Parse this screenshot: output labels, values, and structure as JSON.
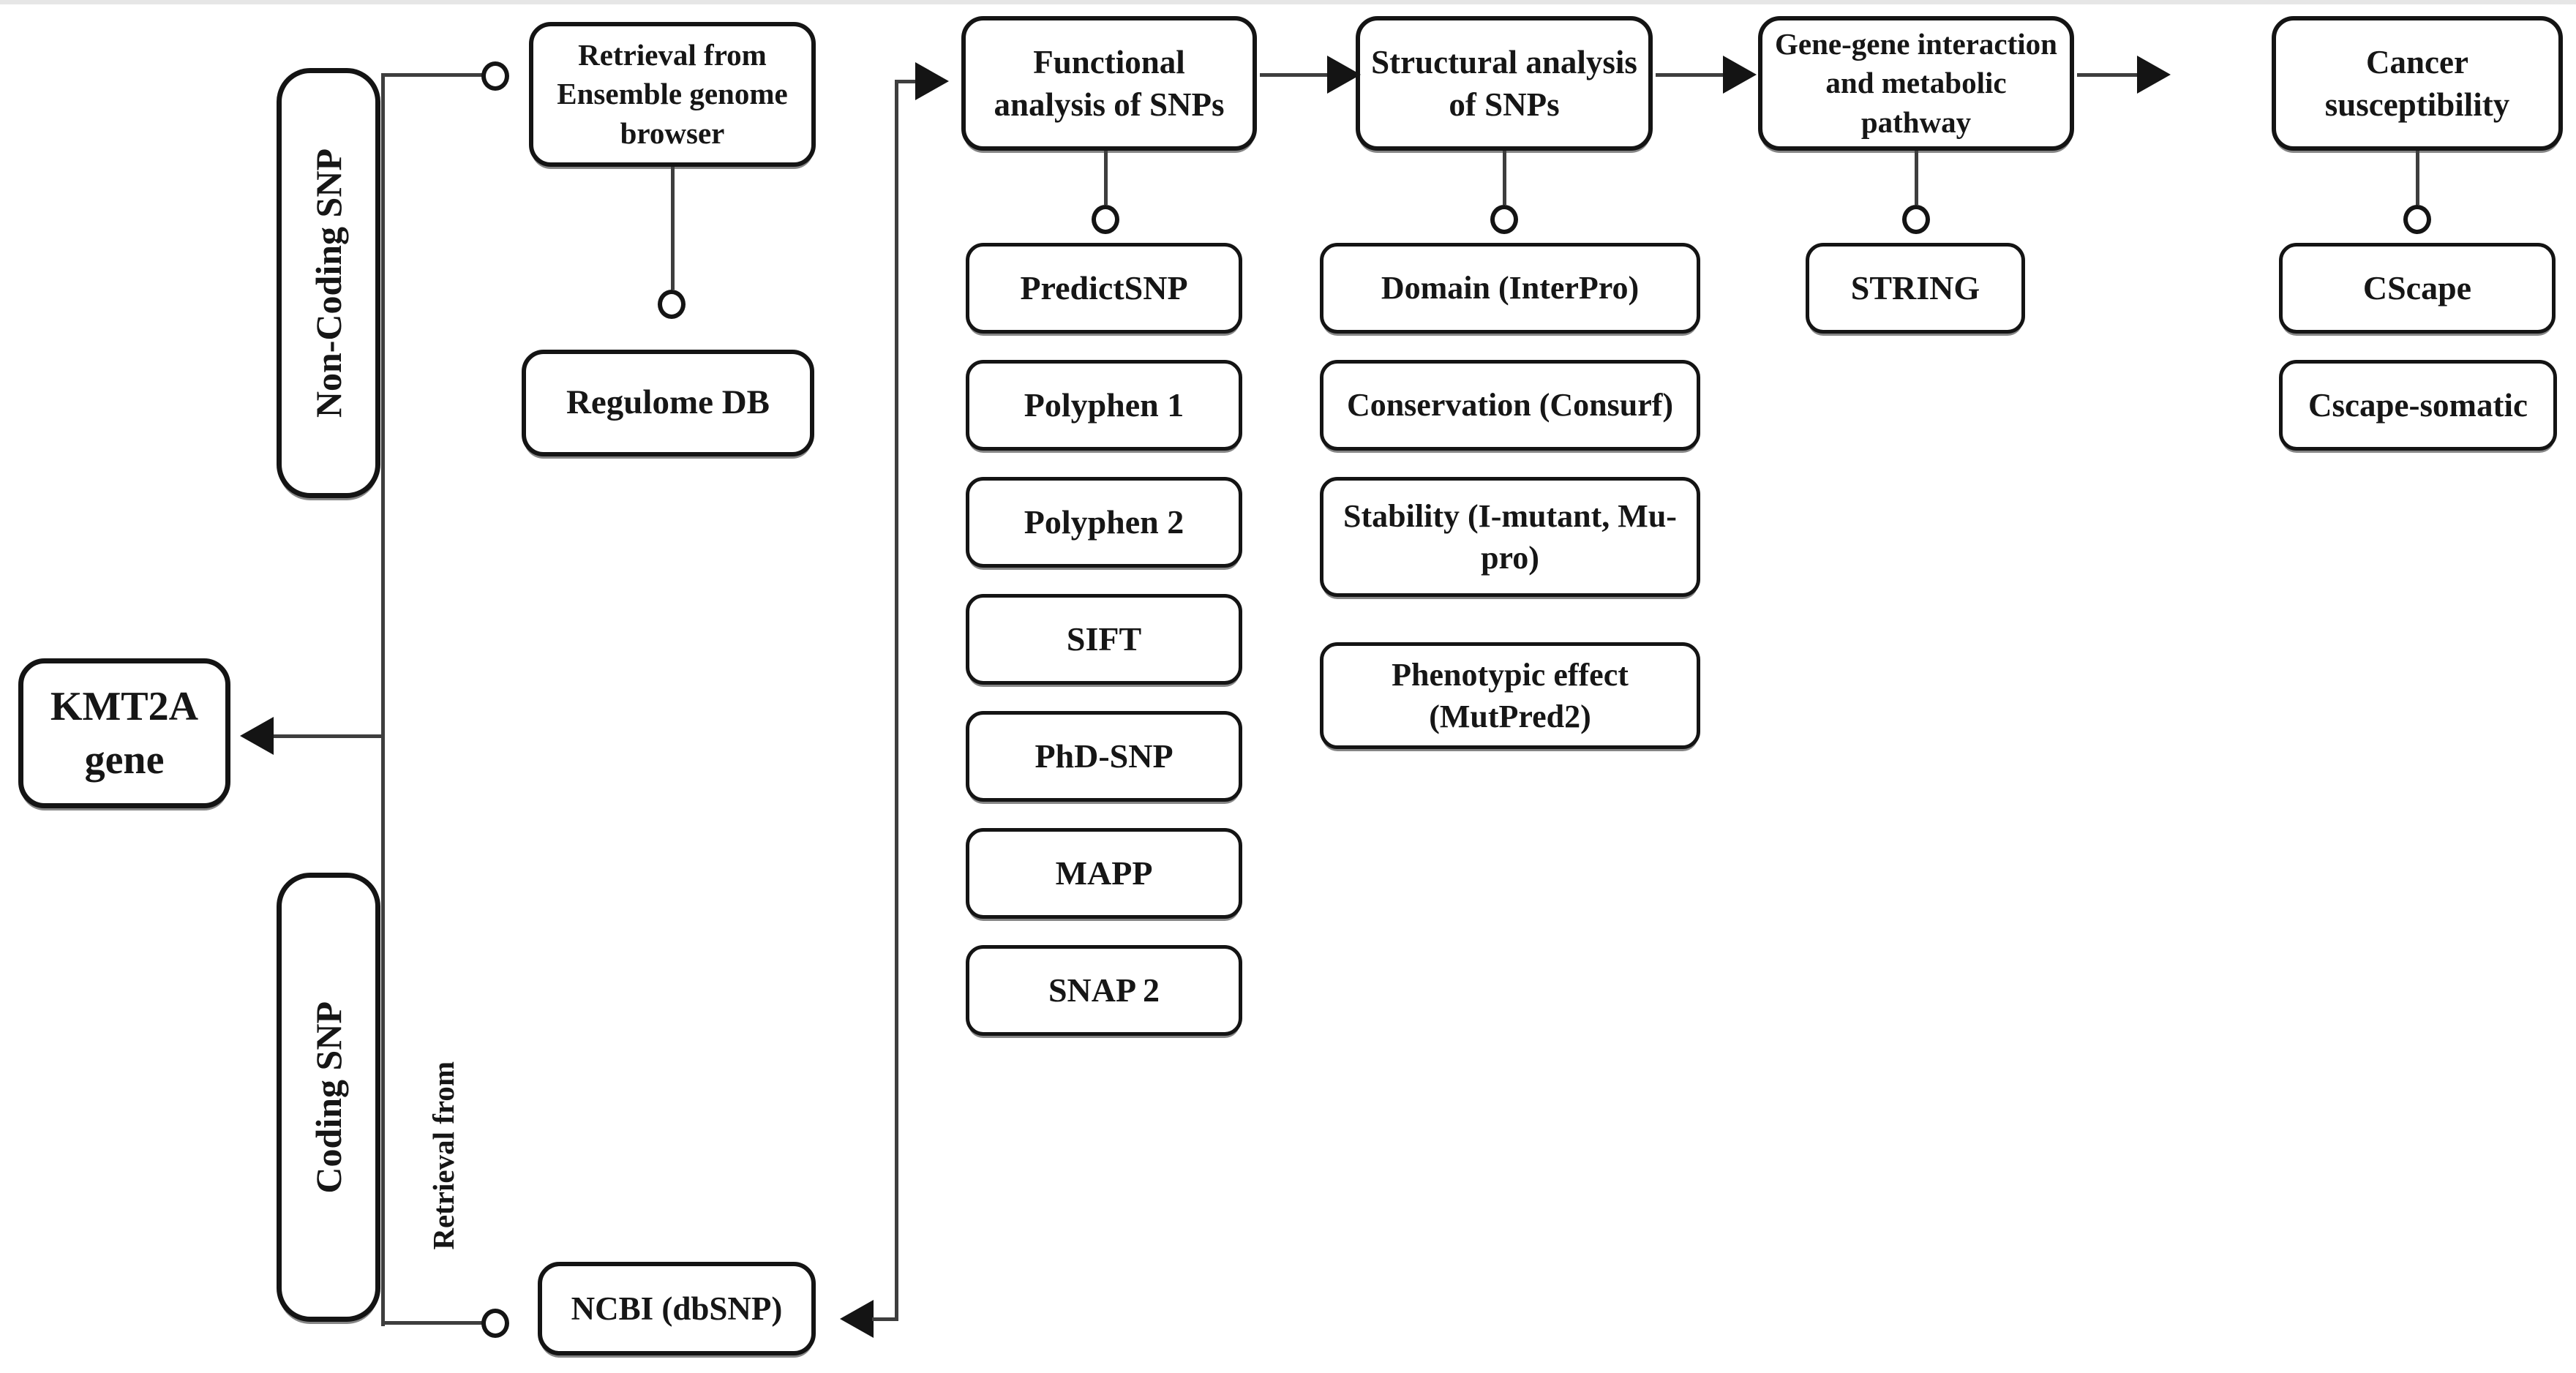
{
  "gene": {
    "label": "KMT2A gene"
  },
  "branches": {
    "noncoding": "Non-Coding SNP",
    "coding": "Coding SNP",
    "retrieval_note": "Retrieval from"
  },
  "sources": {
    "ensemble": "Retrieval from Ensemble genome browser",
    "regulome": "Regulome DB",
    "ncbi": "NCBI (dbSNP)"
  },
  "pipeline": [
    {
      "title": "Functional analysis of SNPs",
      "tools": [
        "PredictSNP",
        "Polyphen 1",
        "Polyphen 2",
        "SIFT",
        "PhD-SNP",
        "MAPP",
        "SNAP 2"
      ]
    },
    {
      "title": "Structural analysis of SNPs",
      "tools": [
        "Domain (InterPro)",
        "Conservation (Consurf)",
        "Stability (I-mutant, Mu-pro)",
        "Phenotypic effect (MutPred2)"
      ]
    },
    {
      "title": "Gene-gene interaction and metabolic pathway",
      "tools": [
        "STRING"
      ]
    },
    {
      "title": "Cancer susceptibility",
      "tools": [
        "CScape",
        "Cscape-somatic"
      ]
    }
  ]
}
